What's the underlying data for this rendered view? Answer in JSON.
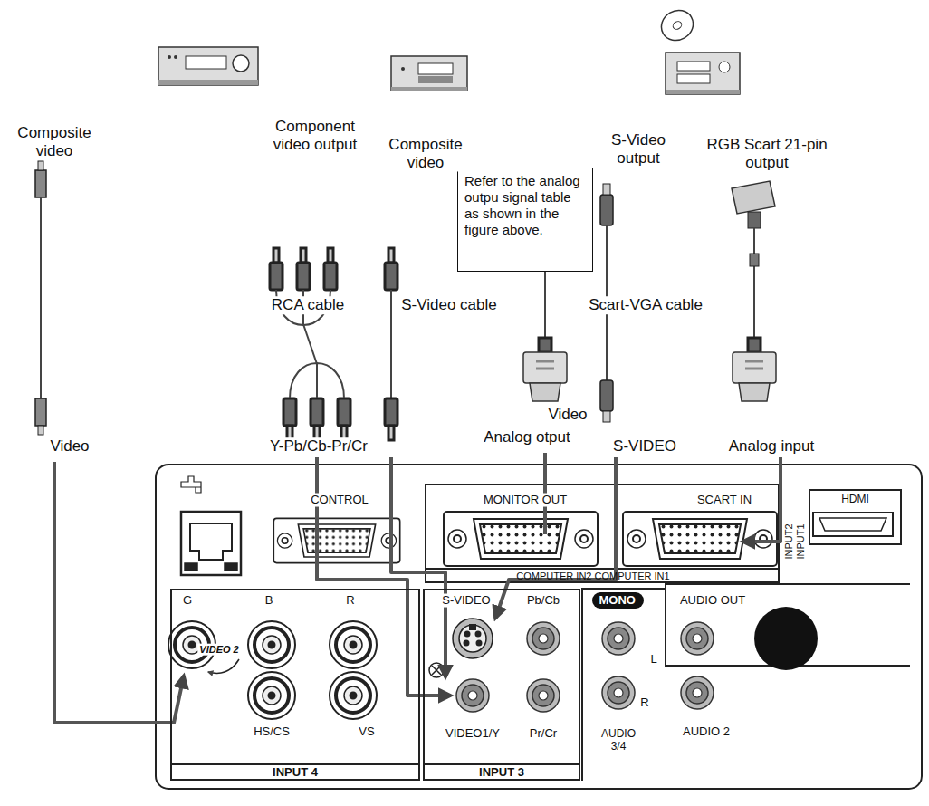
{
  "diagram": {
    "nodes": [
      {
        "text": [
          "Refer to the analog outpu signal table as shown in the figure above."
        ]
      },
      {
        "text": [
          "INPUT 4"
        ]
      },
      {
        "text": [
          "INPUT 3"
        ]
      },
      {
        "text": [
          "HDMI"
        ]
      },
      {
        "text": [
          "MONO"
        ]
      }
    ],
    "labels": [
      "Composite video",
      "Component video output",
      "Composite video",
      "S-Video output",
      "RGB Scart 21-pin output",
      "RCA cable",
      "S-Video cable",
      "Scart-VGA cable",
      "Video",
      "Y-Pb/Cb-Pr/Cr",
      "Video",
      "Analog otput",
      "S-VIDEO",
      "Analog input",
      "CONTROL",
      "MONITOR OUT",
      "SCART IN",
      "INPUT2",
      "INPUT1",
      "COMPUTER IN2 COMPUTER IN1",
      "G",
      "B",
      "R",
      "VIDEO 2",
      "HS/CS",
      "VS",
      "S-VIDEO",
      "Pb/Cb",
      "VIDEO1/Y",
      "Pr/Cr",
      "AUDIO OUT",
      "L",
      "R",
      "AUDIO 3/4",
      "AUDIO 2"
    ]
  }
}
